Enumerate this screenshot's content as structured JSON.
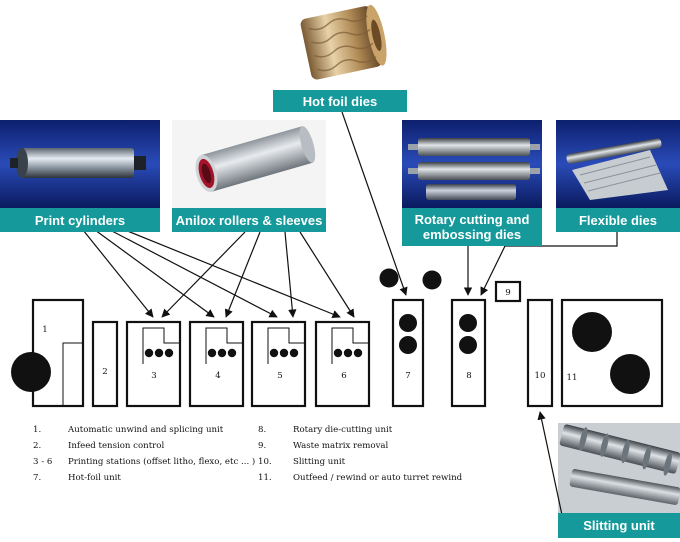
{
  "labels": {
    "hot_foil": "Hot foil dies",
    "print_cylinders": "Print cylinders",
    "anilox": "Anilox rollers & sleeves",
    "rotary_cutting": "Rotary cutting and embossing dies",
    "flexible_dies": "Flexible dies",
    "slitting_unit": "Slitting unit"
  },
  "units": [
    "1",
    "2",
    "3",
    "4",
    "5",
    "6",
    "7",
    "8",
    "9",
    "10",
    "11"
  ],
  "legend_left": [
    {
      "num": "1.",
      "text": "Automatic unwind and splicing unit"
    },
    {
      "num": "2.",
      "text": "Infeed tension control"
    },
    {
      "num": "3 - 6",
      "text": "Printing stations (offset litho, flexo, etc ... )"
    },
    {
      "num": "7.",
      "text": "Hot-foil  unit"
    }
  ],
  "legend_right": [
    {
      "num": "8.",
      "text": "Rotary die-cutting unit"
    },
    {
      "num": "9.",
      "text": "Waste matrix removal"
    },
    {
      "num": "10.",
      "text": "Slitting unit"
    },
    {
      "num": "11.",
      "text": "Outfeed / rewind or auto turret rewind"
    }
  ],
  "colors": {
    "label_bg": "#15999a",
    "label_text": "#ffffff",
    "line": "#111111"
  },
  "photos": [
    "hot-foil-die-photo",
    "print-cylinder-photo",
    "anilox-roller-photo",
    "rotary-die-photo",
    "flexible-die-photo",
    "slitting-unit-photo"
  ]
}
